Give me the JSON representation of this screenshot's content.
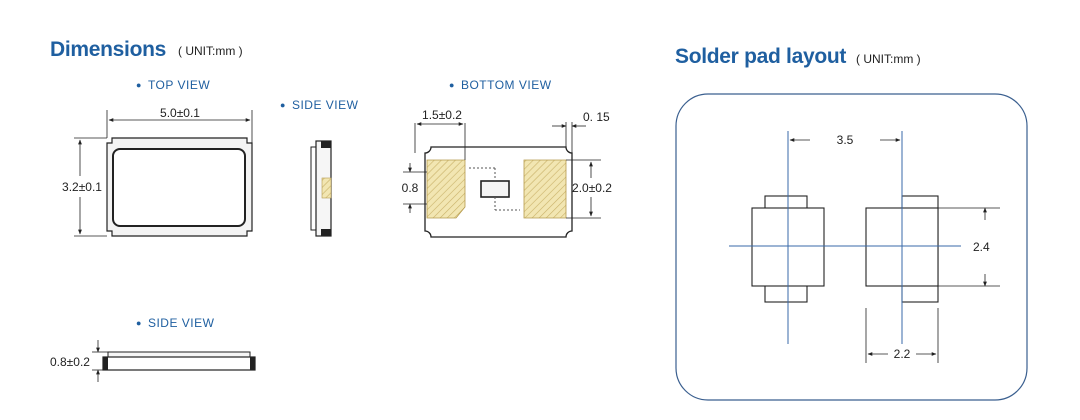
{
  "dimensions": {
    "title": "Dimensions",
    "unit": "( UNIT:mm )",
    "views": {
      "top": "TOP VIEW",
      "side_right": "SIDE VIEW",
      "bottom": "BOTTOM VIEW",
      "side_lower": "SIDE VIEW"
    },
    "labels": {
      "length": "5.0±0.1",
      "width": "3.2±0.1",
      "pad_length": "1.5±0.2",
      "edge_gap": "0. 15",
      "pad_gap": "0.8",
      "pad_width": "2.0±0.2",
      "height": "0.8±0.2"
    }
  },
  "solder_pad": {
    "title": "Solder pad layout",
    "unit": "( UNIT:mm )",
    "labels": {
      "pitch": "3.5",
      "pad_height": "2.4",
      "pad_width": "2.2"
    }
  },
  "colors": {
    "accent": "#1f5fa0",
    "pad_fill": "#f2e6b2",
    "pad_hatch": "#c9b168",
    "outline": "#222222",
    "center_line": "#3a6aa8"
  }
}
